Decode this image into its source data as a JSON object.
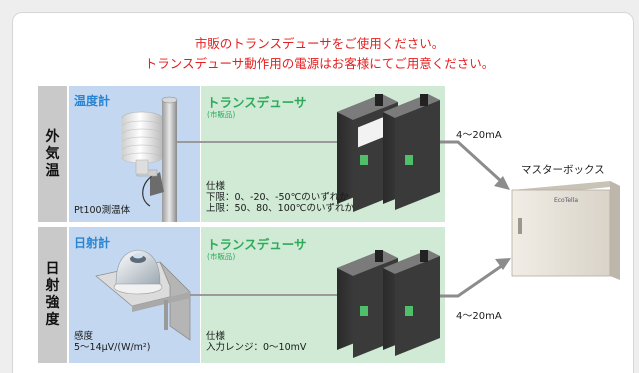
{
  "notice": {
    "line1": "市販のトランスデューサをご使用ください。",
    "line2": "トランスデューサ動作用の電源はお客様にてご用意ください。"
  },
  "rows": [
    {
      "label": "外気温",
      "sensor_title": "温度計",
      "sensor_text": "Pt100測温体",
      "transducer_title": "トランスデューサ",
      "transducer_sub": "(市販品)",
      "spec_lines": [
        "仕様",
        "下限：0、-20、-50℃のいずれか",
        "上限：50、80、100℃のいずれか"
      ],
      "output": "4～20mA"
    },
    {
      "label": "日射強度",
      "sensor_title": "日射計",
      "sensor_text_lines": [
        "感度",
        "5～14μV/(W/m²)"
      ],
      "transducer_title": "トランスデューサ",
      "transducer_sub": "(市販品)",
      "spec_lines": [
        "仕様",
        "入力レンジ：0～10mV"
      ],
      "output": "4～20mA"
    }
  ],
  "master_box": {
    "label": "マスターボックス",
    "logo": "EcoTella"
  },
  "colors": {
    "notice": "#e61e1e",
    "blue_panel": "#c3d8f0",
    "green_panel": "#d0ead5",
    "label_bg": "#c9c9c9",
    "sensor_title": "#2a84d2",
    "transducer_title": "#2eab5a",
    "arrow": "#8c8c8c"
  }
}
